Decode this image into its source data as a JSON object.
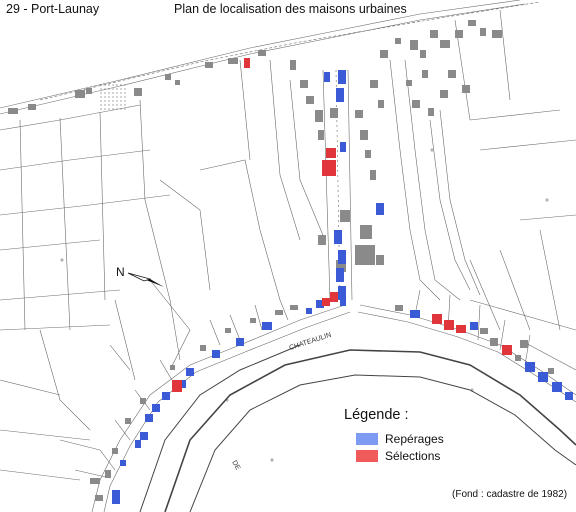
{
  "header": {
    "commune": "29 - Port-Launay",
    "title": "Plan de localisation des maisons urbaines"
  },
  "compass": {
    "label": "N",
    "icon": "north-arrow-icon"
  },
  "map_labels": {
    "river": "CHATEAULIN",
    "de": "DE"
  },
  "legend": {
    "title": "Légende :",
    "items": [
      {
        "label": "Repérages",
        "color": "#7e9bf4"
      },
      {
        "label": "Sélections",
        "color": "#f05a5a"
      }
    ]
  },
  "source_note": "(Fond : cadastre de 1982)",
  "colors": {
    "reperage": "#3b5bd6",
    "selection": "#e0353a",
    "existing": "#8a8a8a",
    "lines": "#555555"
  }
}
